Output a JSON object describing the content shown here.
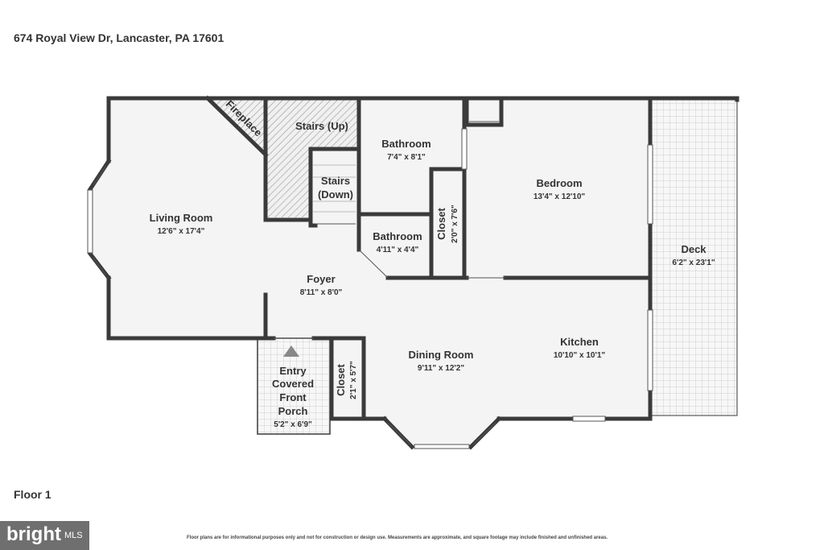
{
  "address": "674 Royal View Dr, Lancaster, PA 17601",
  "floor_label": "Floor 1",
  "disclaimer": "Floor plans are for informational purposes only and not for construction or design use. Measurements are approximate, and square footage may include finished and unfinished areas.",
  "logo": {
    "brand": "bright",
    "suffix": "MLS"
  },
  "rooms": {
    "living_room": {
      "name": "Living Room",
      "dims": "12'6\" x 17'4\""
    },
    "fireplace": {
      "name": "Fireplace"
    },
    "stairs_up": {
      "name": "Stairs (Up)"
    },
    "stairs_down": {
      "name_line1": "Stairs",
      "name_line2": "(Down)"
    },
    "bathroom_1": {
      "name": "Bathroom",
      "dims": "7'4\" x 8'1\""
    },
    "bathroom_2": {
      "name": "Bathroom",
      "dims": "4'11\" x 4'4\""
    },
    "closet_1": {
      "name": "Closet",
      "dims": "2'0\" x 7'6\""
    },
    "bedroom": {
      "name": "Bedroom",
      "dims": "13'4\" x 12'10\""
    },
    "deck": {
      "name": "Deck",
      "dims": "6'2\" x 23'1\""
    },
    "foyer": {
      "name": "Foyer",
      "dims": "8'11\" x 8'0\""
    },
    "kitchen": {
      "name": "Kitchen",
      "dims": "10'10\" x 10'1\""
    },
    "dining_room": {
      "name": "Dining Room",
      "dims": "9'11\" x 12'2\""
    },
    "closet_2": {
      "name": "Closet",
      "dims": "2'1\" x 5'7\""
    },
    "porch": {
      "line1": "Entry",
      "line2": "Covered",
      "line3": "Front",
      "line4": "Porch",
      "dims": "5'2\" x 6'9\""
    }
  },
  "colors": {
    "floor": "#f5f5f5",
    "wall": "#3a3a3a",
    "deck_grid": "#c8c8c8",
    "logo_bg": "#6f6f6f"
  }
}
